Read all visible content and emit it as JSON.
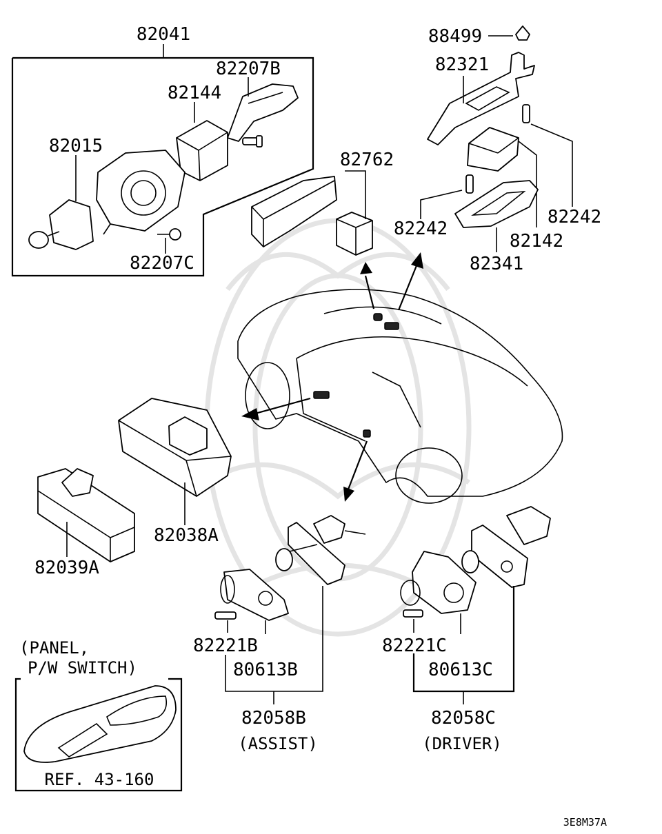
{
  "labels": {
    "p82041": "82041",
    "p82207B": "82207B",
    "p82144": "82144",
    "p82015": "82015",
    "p82207C": "82207C",
    "p82762": "82762",
    "p88499": "88499",
    "p82321": "82321",
    "p82242_right": "82242",
    "p82242_left": "82242",
    "p82142": "82142",
    "p82341": "82341",
    "p82038A": "82038A",
    "p82039A": "82039A",
    "p82221B": "82221B",
    "p80613B": "80613B",
    "p82058B": "82058B",
    "assist": "(ASSIST)",
    "p82221C": "82221C",
    "p80613C": "80613C",
    "p82058C": "82058C",
    "driver": "(DRIVER)",
    "panel_line1": "(PANEL,",
    "panel_line2": "P/W SWITCH)",
    "ref": "REF. 43-160",
    "drawing_code": "3E8M37A"
  }
}
